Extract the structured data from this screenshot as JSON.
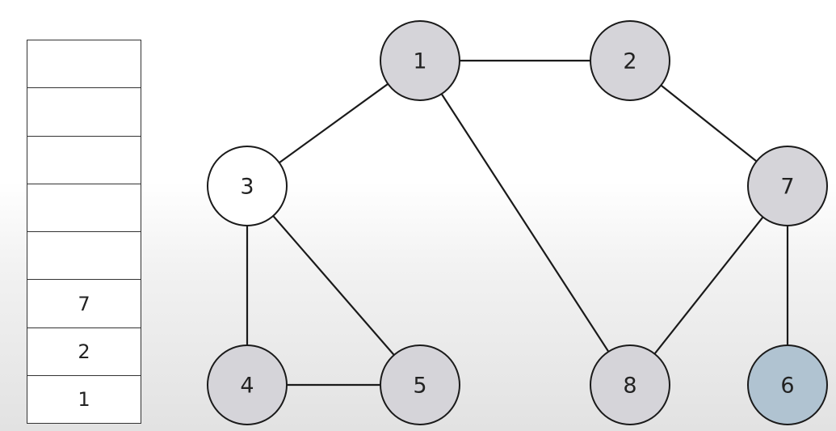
{
  "stack": {
    "cells": [
      "",
      "",
      "",
      "",
      "",
      "7",
      "2",
      "1"
    ]
  },
  "graph": {
    "colors": {
      "visited": "#d5d4d9",
      "unvisited": "#ffffff",
      "current": "#b0c3d1"
    },
    "nodes": [
      {
        "id": "1",
        "label": "1",
        "state": "visited"
      },
      {
        "id": "2",
        "label": "2",
        "state": "visited"
      },
      {
        "id": "3",
        "label": "3",
        "state": "unvisited"
      },
      {
        "id": "7",
        "label": "7",
        "state": "visited"
      },
      {
        "id": "4",
        "label": "4",
        "state": "visited"
      },
      {
        "id": "5",
        "label": "5",
        "state": "visited"
      },
      {
        "id": "8",
        "label": "8",
        "state": "visited"
      },
      {
        "id": "6",
        "label": "6",
        "state": "current"
      }
    ],
    "edges": [
      [
        "1",
        "2"
      ],
      [
        "1",
        "3"
      ],
      [
        "1",
        "8"
      ],
      [
        "2",
        "7"
      ],
      [
        "3",
        "4"
      ],
      [
        "3",
        "5"
      ],
      [
        "4",
        "5"
      ],
      [
        "7",
        "8"
      ],
      [
        "7",
        "6"
      ]
    ]
  }
}
